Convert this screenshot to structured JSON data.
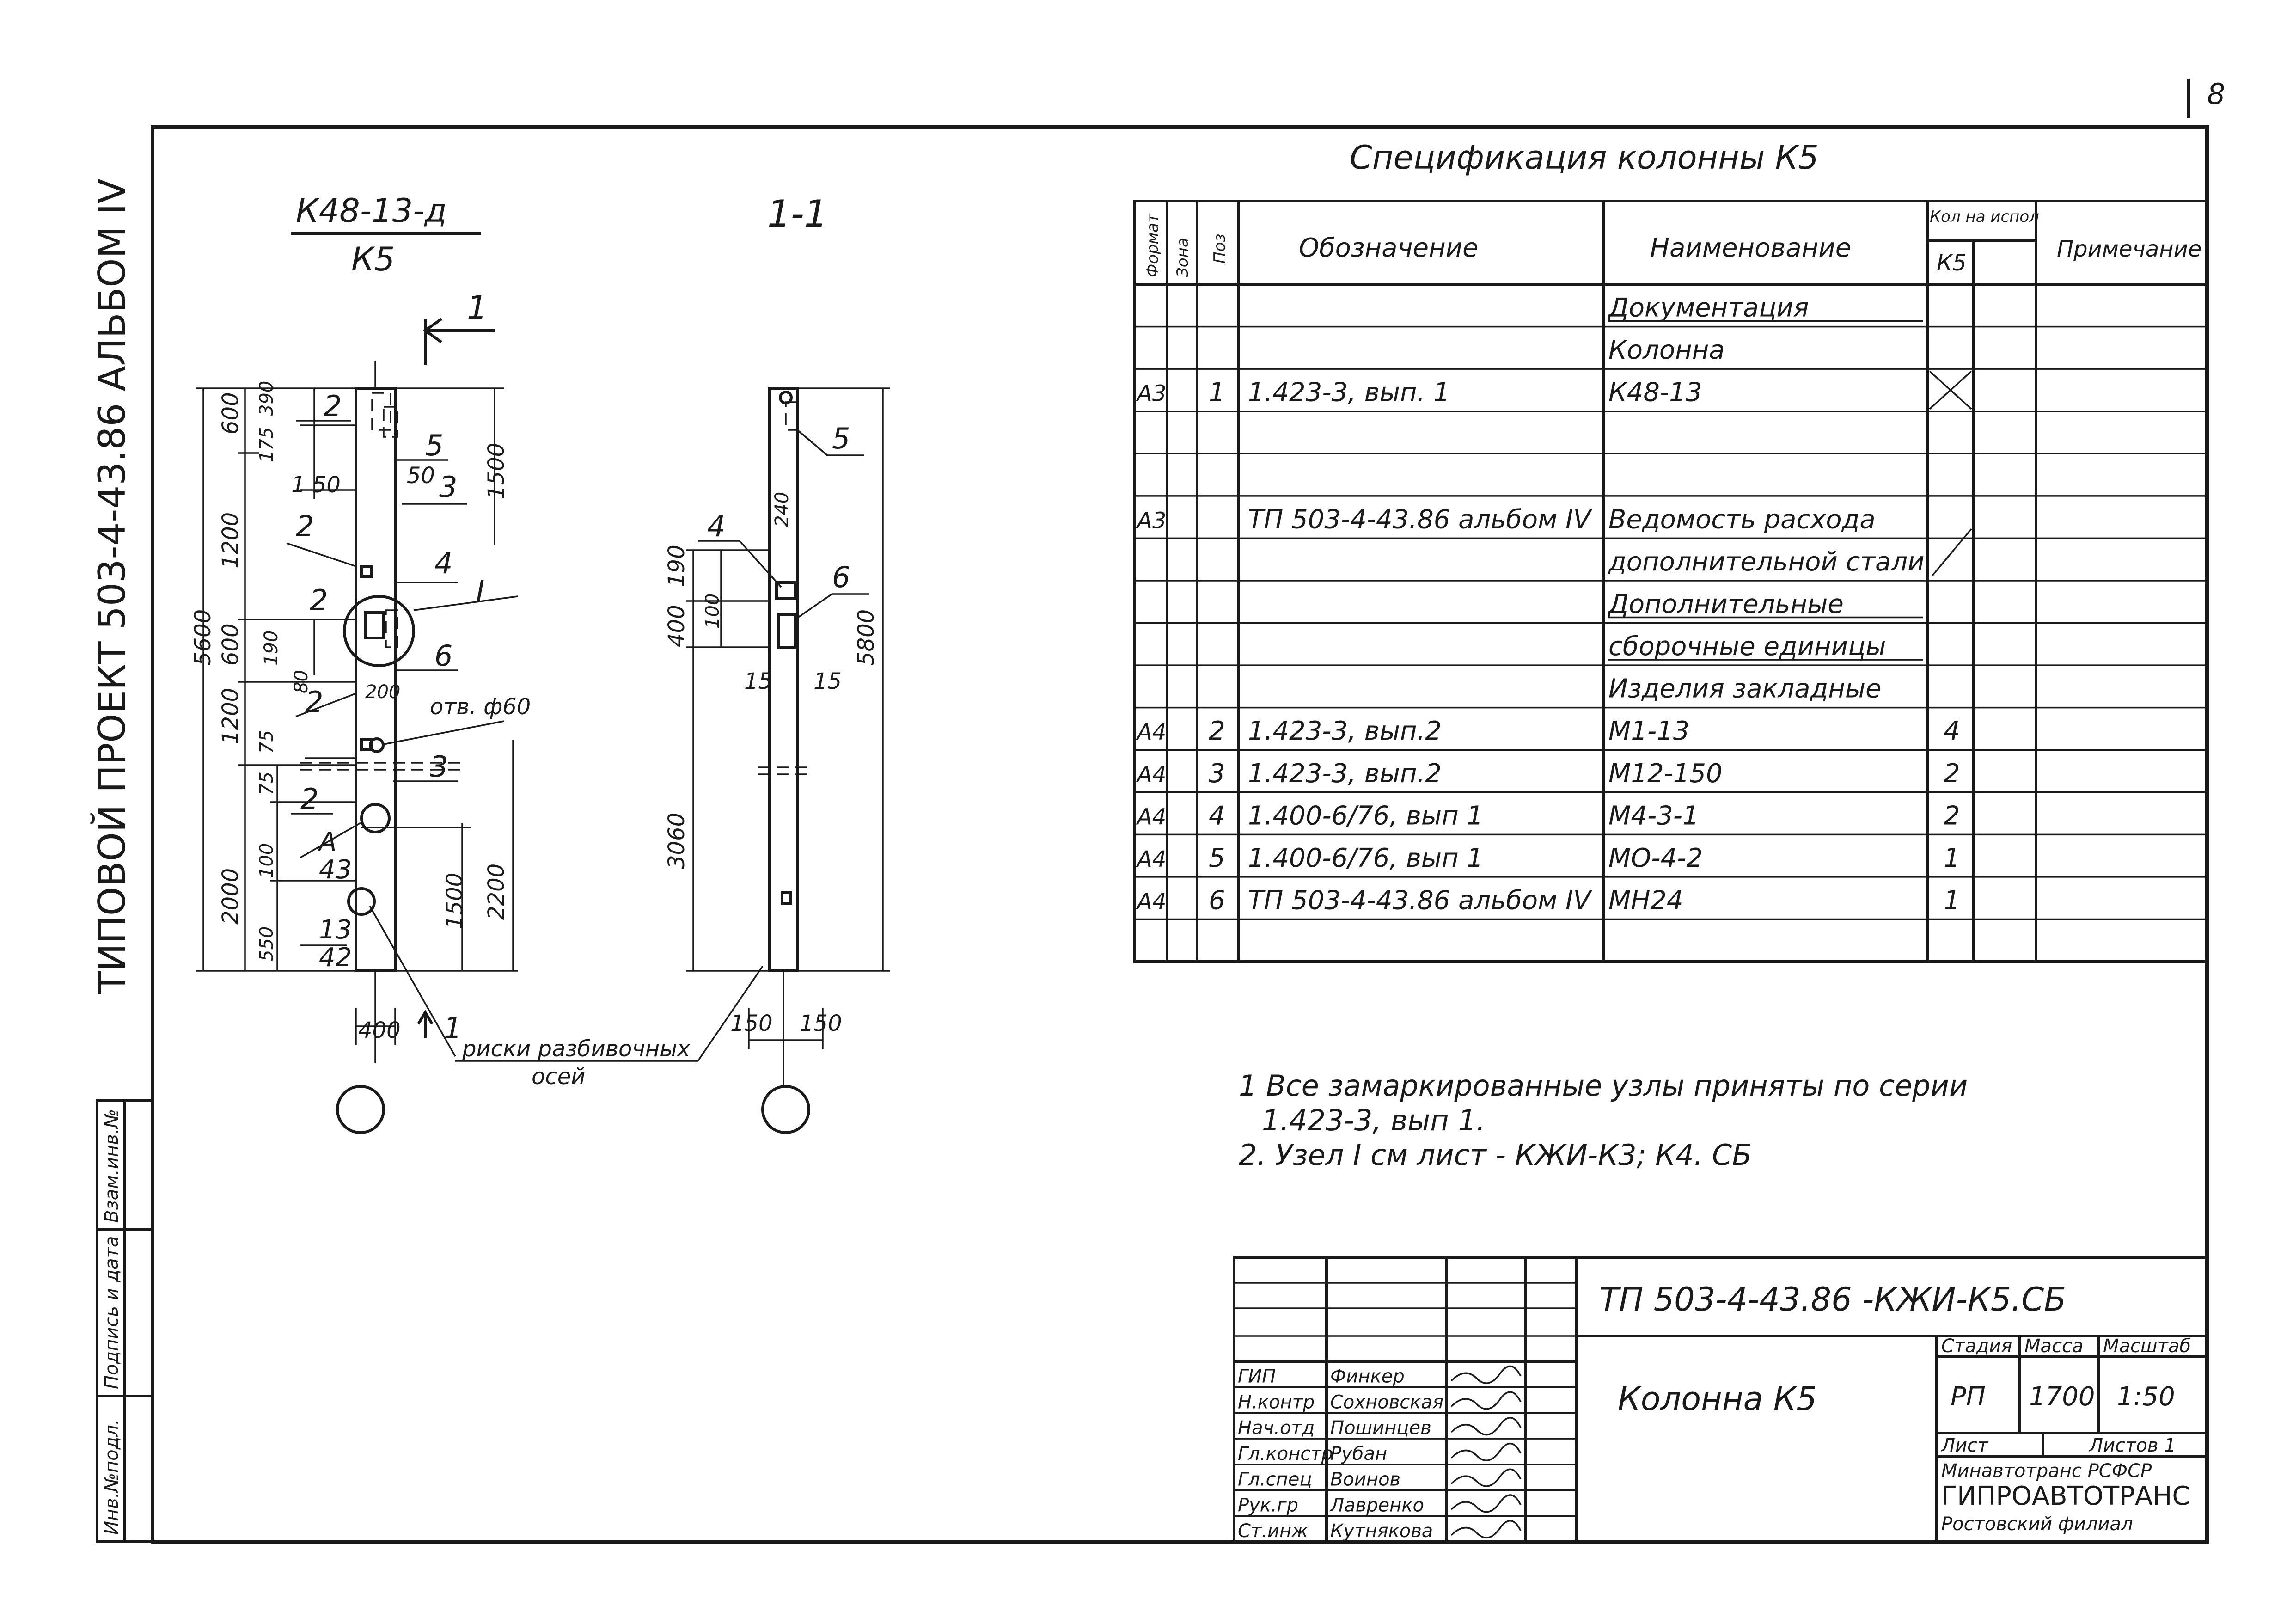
{
  "sheet_number": "8",
  "side_title": "ТИПОВОЙ ПРОЕКТ 503-4-43.86 АЛЬБОМ IV",
  "side_stamp": [
    "Инв.№подл.",
    "Подпись и дата",
    "Взам.инв.№"
  ],
  "drawing": {
    "mark_top": "К48-13-д",
    "mark_bottom": "К5",
    "section_label": "1-1",
    "cut_marker": "1",
    "cut_marker_bottom": "1",
    "elevation_dims": {
      "total": "5600",
      "d600a": "600",
      "d1200a": "1200",
      "d600b": "600",
      "d1200b": "1200",
      "d2000": "2000",
      "d390": "390",
      "d175": "175",
      "d1500a": "1500",
      "d190": "190",
      "d80": "80",
      "d75a": "75",
      "d75b": "75",
      "d100": "100",
      "d550": "550",
      "d1500b": "1500",
      "d2200": "2200",
      "d400": "400",
      "d50a": "1 50",
      "d50b": "50",
      "d200": "200"
    },
    "elevation_callouts": {
      "c2a": "2",
      "c2b": "2",
      "c2c": "2",
      "c2d": "2",
      "c3a": "3",
      "c3b": "3",
      "c4": "4",
      "c5": "5",
      "c6": "6",
      "node": "I",
      "hole": "отв. ф60",
      "a_top": "А",
      "a_bot": "43",
      "b_top": "13",
      "b_bot": "42",
      "axis_note_1": "риски разбивочных",
      "axis_note_2": "осей"
    },
    "section_dims": {
      "d240": "240",
      "d190": "190",
      "d400": "400",
      "d100": "100",
      "d15a": "15",
      "d15b": "15",
      "d3060": "3060",
      "d5800": "5800",
      "d150a": "150",
      "d150b": "150"
    },
    "section_callouts": {
      "c4": "4",
      "c5": "5",
      "c6": "6"
    }
  },
  "spec": {
    "title": "Спецификация колонны К5",
    "headers": {
      "format": "Формат",
      "zone": "Зона",
      "pos": "Поз",
      "designation": "Обозначение",
      "name": "Наименование",
      "qty_group": "Кол на испол",
      "qty_k5": "К5",
      "note": "Примечание"
    },
    "rows": [
      {
        "format": "",
        "pos": "",
        "designation": "",
        "name": "Документация",
        "qty": "",
        "underline": true
      },
      {
        "format": "",
        "pos": "",
        "designation": "",
        "name": "Колонна",
        "qty": ""
      },
      {
        "format": "А3",
        "pos": "1",
        "designation": "1.423-3, вып. 1",
        "name": "К48-13",
        "qty": "",
        "cross": true
      },
      {
        "format": "",
        "pos": "",
        "designation": "",
        "name": "",
        "qty": ""
      },
      {
        "format": "",
        "pos": "",
        "designation": "",
        "name": "",
        "qty": ""
      },
      {
        "format": "А3",
        "pos": "",
        "designation": "ТП 503-4-43.86 альбом IV",
        "name": "Ведомость расхода",
        "qty": ""
      },
      {
        "format": "",
        "pos": "",
        "designation": "",
        "name": "дополнительной стали",
        "qty": "",
        "slash": true
      },
      {
        "format": "",
        "pos": "",
        "designation": "",
        "name": "Дополнительные",
        "qty": "",
        "underline": true
      },
      {
        "format": "",
        "pos": "",
        "designation": "",
        "name": "сборочные единицы",
        "qty": "",
        "underline": true
      },
      {
        "format": "",
        "pos": "",
        "designation": "",
        "name": "Изделия закладные",
        "qty": ""
      },
      {
        "format": "А4",
        "pos": "2",
        "designation": "1.423-3, вып.2",
        "name": "М1-13",
        "qty": "4"
      },
      {
        "format": "А4",
        "pos": "3",
        "designation": "1.423-3, вып.2",
        "name": "М12-150",
        "qty": "2"
      },
      {
        "format": "А4",
        "pos": "4",
        "designation": "1.400-6/76, вып 1",
        "name": "М4-3-1",
        "qty": "2"
      },
      {
        "format": "А4",
        "pos": "5",
        "designation": "1.400-6/76, вып 1",
        "name": "МО-4-2",
        "qty": "1"
      },
      {
        "format": "А4",
        "pos": "6",
        "designation": "ТП 503-4-43.86 альбом IV",
        "name": "МН24",
        "qty": "1"
      },
      {
        "format": "",
        "pos": "",
        "designation": "",
        "name": "",
        "qty": ""
      }
    ]
  },
  "notes": [
    "1 Все замаркированные узлы приняты по серии",
    "1.423-3, вып 1.",
    "2. Узел I см лист - КЖИ-К3; К4. СБ"
  ],
  "title_block": {
    "code": "ТП 503-4-43.86 -КЖИ-К5.СБ",
    "object_name": "Колонна К5",
    "stage_label": "Стадия",
    "mass_label": "Масса",
    "scale_label": "Масштаб",
    "stage": "РП",
    "mass": "1700",
    "scale": "1:50",
    "sheet_label": "Лист",
    "sheets_label": "Листов 1",
    "org_1": "Минавтотранс РСФСР",
    "org_2": "ГИПРОАВТОТРАНС",
    "org_3": "Ростовский филиал",
    "staff": [
      {
        "role": "ГИП",
        "name": "Финкер"
      },
      {
        "role": "Н.контр",
        "name": "Сохновская"
      },
      {
        "role": "Нач.отд",
        "name": "Пошинцев"
      },
      {
        "role": "Гл.констр",
        "name": "Рубан"
      },
      {
        "role": "Гл.спец",
        "name": "Воинов"
      },
      {
        "role": "Рук.гр",
        "name": "Лавренко"
      },
      {
        "role": "Ст.инж",
        "name": "Кутнякова"
      }
    ]
  }
}
